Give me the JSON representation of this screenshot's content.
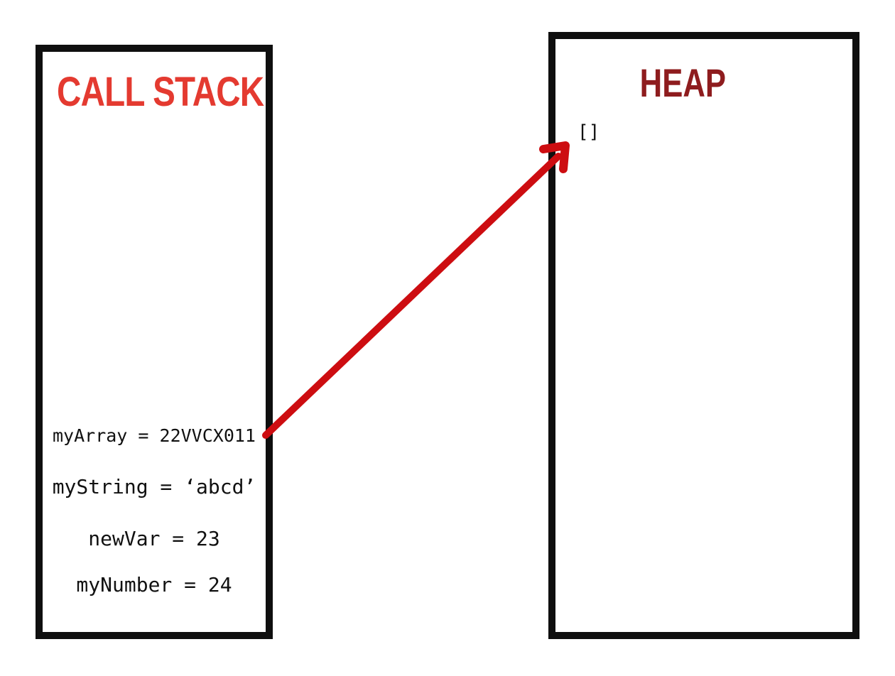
{
  "callstack": {
    "title": "CALL STACK",
    "variables": [
      "myArray = 22VVCX011",
      "myString = ‘abcd’",
      "newVar = 23",
      "myNumber = 24"
    ]
  },
  "heap": {
    "title": "HEAP",
    "items": [
      "[]"
    ]
  },
  "arrow": {
    "from_label": "myArray = 22VVCX011",
    "to_label": "[]",
    "color": "#cd0d11"
  },
  "colors": {
    "callstack_title": "#e43a30",
    "heap_title": "#8e1c1e",
    "box_border": "#0f0f0f",
    "variable_text": "#111111",
    "background": "#ffffff"
  }
}
